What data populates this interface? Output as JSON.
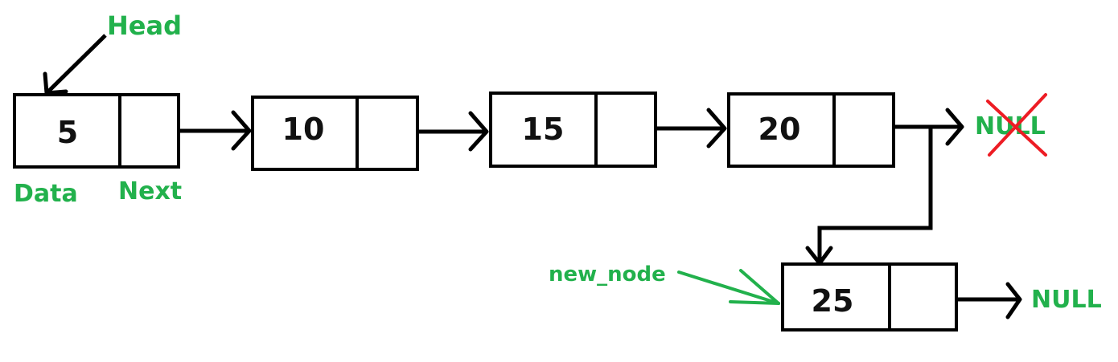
{
  "labels": {
    "head": "Head",
    "data": "Data",
    "next": "Next",
    "new_node": "new_node",
    "null_old": "NULL",
    "null_new": "NULL"
  },
  "nodes": [
    {
      "value": "5"
    },
    {
      "value": "10"
    },
    {
      "value": "15"
    },
    {
      "value": "20"
    },
    {
      "value": "25"
    }
  ],
  "colors": {
    "label_green": "#22b14c",
    "cross_red": "#ed1c24",
    "stroke": "#000000"
  }
}
